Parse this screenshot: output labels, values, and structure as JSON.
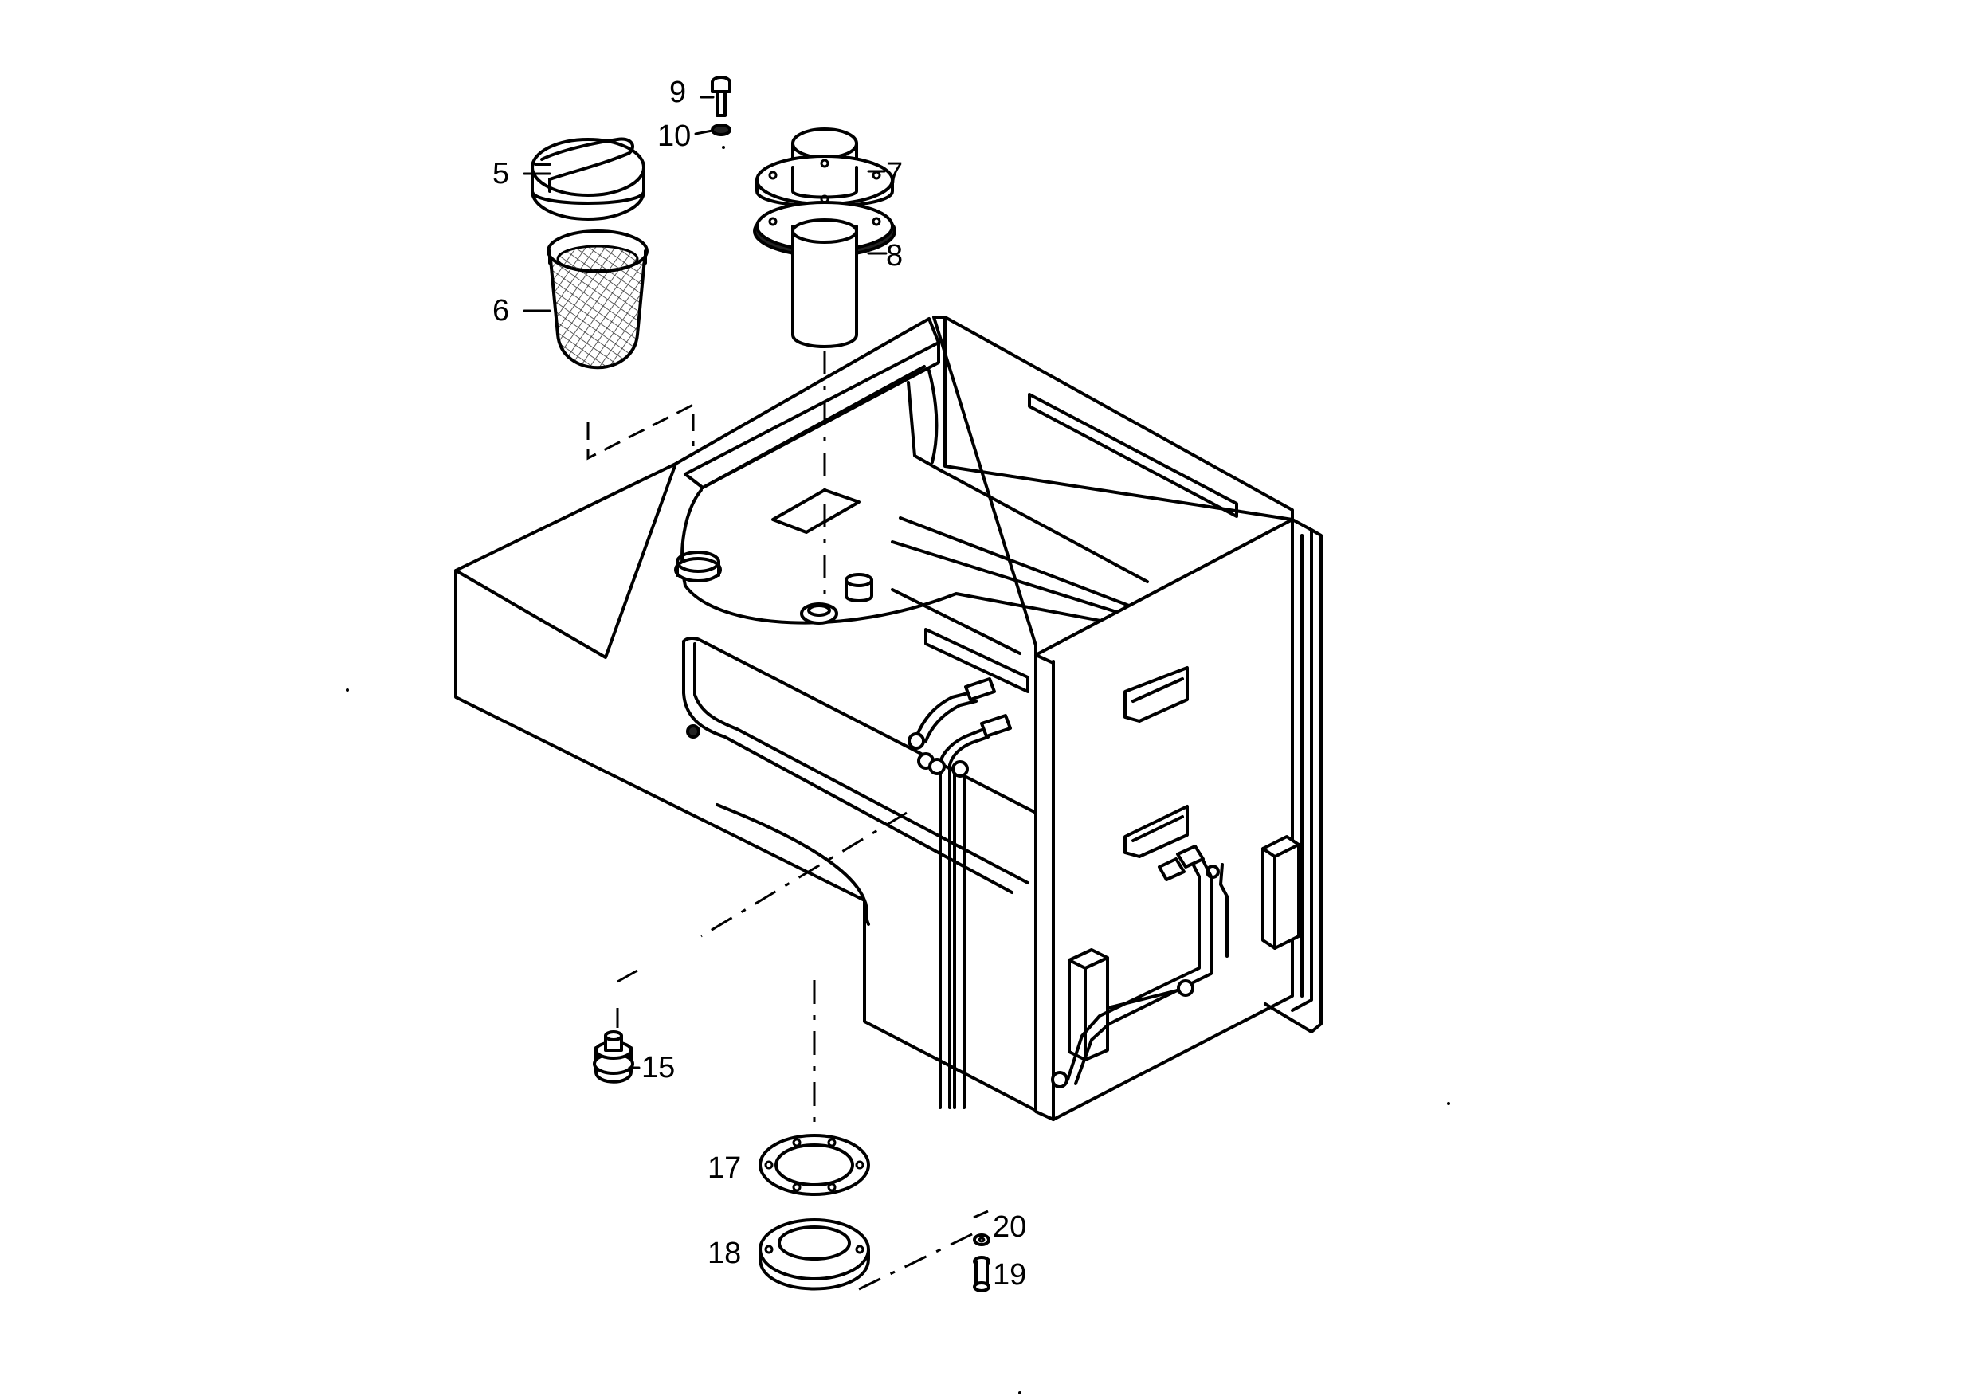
{
  "callouts": {
    "c5": "5",
    "c6": "6",
    "c7": "7",
    "c8": "8",
    "c9": "9",
    "c10": "10",
    "c15": "15",
    "c17": "17",
    "c18": "18",
    "c19": "19",
    "c20": "20"
  },
  "colors": {
    "ink": "#000000",
    "paper": "#ffffff"
  }
}
